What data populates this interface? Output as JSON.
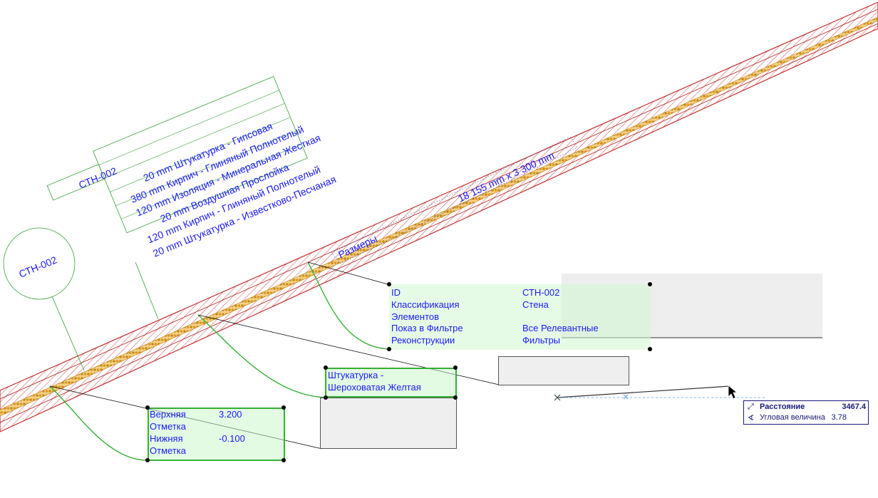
{
  "wall_id_tag": "СТН-002",
  "wall_id_circle": "СТН-002",
  "layers_label": [
    "20 mm  Штукатурка - Гипсовая",
    "380 mm  Кирпич - Глиняный Полнотелый",
    "120 mm  Изоляция - Минеральная Жесткая",
    "20 mm  Воздушная Прослойка",
    "120 mm  Кирпич - Глиняный Полнотелый",
    "20 mm  Штукатурка - Известково-Песчаная"
  ],
  "dimension_label": "18 155 mm x 3 300 mm",
  "size_label": "Размеры",
  "info_box": {
    "rows": [
      {
        "key": "ID",
        "value": "СТН-002"
      },
      {
        "key": "Классификация\nЭлементов",
        "value": "Стена"
      },
      {
        "key": "Показ в Фильтре\nРеконструкции",
        "value": "Все Релевантные\nФильтры"
      }
    ]
  },
  "finish_box": {
    "text": "Штукатурка -\nШероховатая Желтая"
  },
  "elevation_box": {
    "rows": [
      {
        "key": "Верхняя\nОтметка",
        "value": "3.200"
      },
      {
        "key": "Нижняя\nОтметка",
        "value": "-0.100"
      }
    ]
  },
  "tracker": {
    "distance_label": "Расстояние",
    "distance_value": "3467.4",
    "angle_label": "Угловая величина",
    "angle_value": "3.78"
  },
  "colors": {
    "label_text": "#1a1aff",
    "leader_green": "#33b233",
    "hatch_red": "#cc2222",
    "insulation": "#e0a020"
  }
}
